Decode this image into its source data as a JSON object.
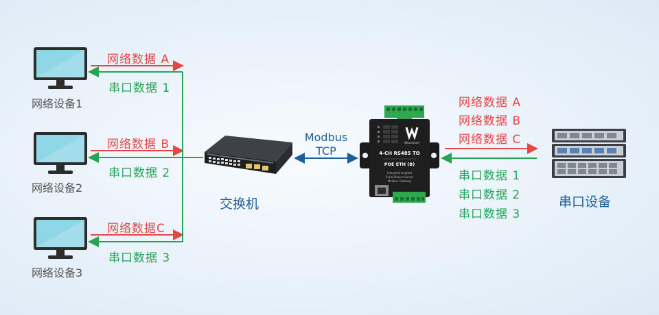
{
  "pcs": [
    {
      "label": "网络设备1",
      "net": "网络数据  A",
      "serial": "串口数据  1"
    },
    {
      "label": "网络设备2",
      "net": "网络数据  B",
      "serial": "串口数据  2"
    },
    {
      "label": "网络设备3",
      "net": "网络数据C",
      "serial": "串口数据  3"
    }
  ],
  "switch": {
    "label": "交换机"
  },
  "protocol": {
    "line1": "Modbus",
    "line2": "TCP"
  },
  "gateway": {
    "title": "4-CH RS485 TO",
    "subtitle": "POE ETH (B)",
    "desc1": "Industrial Isolated",
    "desc2": "Serial Device Server",
    "desc3": "Modbus Gateway",
    "brand": "Waveshare"
  },
  "right_net": [
    "网络数据  A",
    "网络数据  B",
    "网络数据  C"
  ],
  "right_serial": [
    "串口数据  1",
    "串口数据  2",
    "串口数据  3"
  ],
  "server": {
    "label": "串口设备"
  },
  "colors": {
    "network": "#e64646",
    "serial": "#27a356",
    "protocol": "#1e5f99"
  }
}
